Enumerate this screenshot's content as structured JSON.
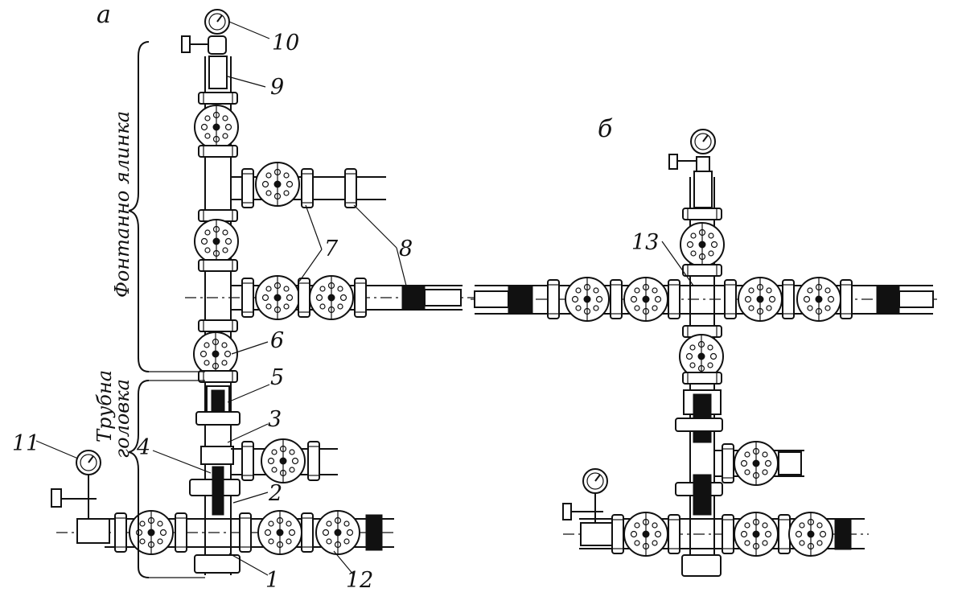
{
  "figure": {
    "panel_a": "а",
    "panel_b": "б",
    "brace_upper": "Фонтанно ялинка",
    "brace_lower_1": "Трубна",
    "brace_lower_2": "головка"
  },
  "callouts": [
    "1",
    "2",
    "3",
    "4",
    "5",
    "6",
    "7",
    "8",
    "9",
    "10",
    "11",
    "12",
    "13"
  ]
}
